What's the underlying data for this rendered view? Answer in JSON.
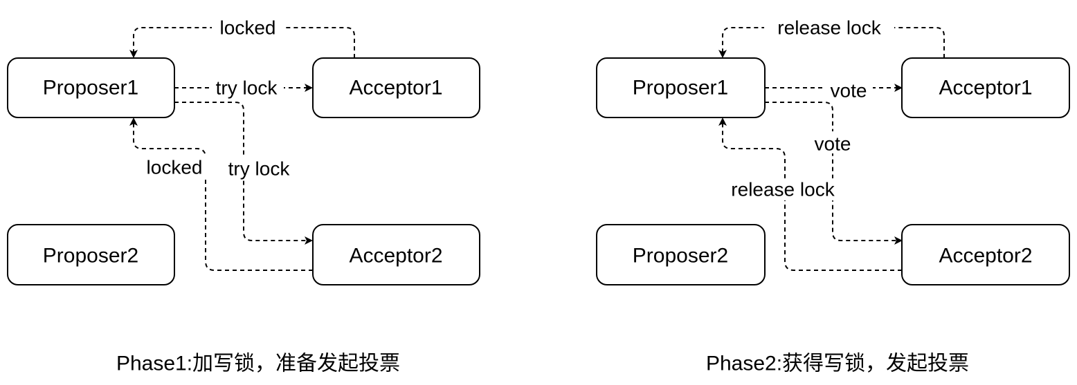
{
  "phase1": {
    "caption": "Phase1:加写锁，准备发起投票",
    "nodes": {
      "proposer1": "Proposer1",
      "proposer2": "Proposer2",
      "acceptor1": "Acceptor1",
      "acceptor2": "Acceptor2"
    },
    "edges": {
      "locked_top": "locked",
      "try_lock_1": "try lock",
      "try_lock_2": "try lock",
      "locked_bottom": "locked"
    }
  },
  "phase2": {
    "caption": "Phase2:获得写锁，发起投票",
    "nodes": {
      "proposer1": "Proposer1",
      "proposer2": "Proposer2",
      "acceptor1": "Acceptor1",
      "acceptor2": "Acceptor2"
    },
    "edges": {
      "release_lock_top": "release lock",
      "vote_1": "vote",
      "vote_2": "vote",
      "release_lock_bottom": "release lock"
    }
  },
  "colors": {
    "stroke": "#000000",
    "background": "#ffffff"
  }
}
